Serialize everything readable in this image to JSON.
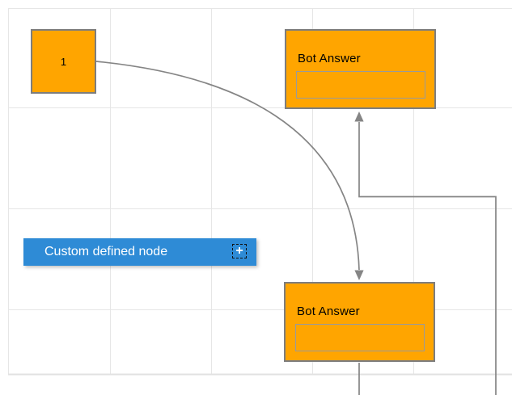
{
  "canvas": {
    "name": "diagram canvas with grid"
  },
  "nodes": {
    "square": {
      "label": "1"
    },
    "bot_answer_top": {
      "title": "Bot Answer",
      "input_value": "",
      "input_placeholder": ""
    },
    "bot_answer_bottom": {
      "title": "Bot Answer",
      "input_value": "",
      "input_placeholder": ""
    }
  },
  "palette": {
    "custom_node_label": "Custom defined node",
    "icon": "plus-icon",
    "plus_glyph": "+"
  },
  "connectors": [
    {
      "name": "curved-connector",
      "from": "node 1",
      "to": "bot answer bottom",
      "arrow": "down"
    },
    {
      "name": "orthogonal-connector",
      "to": "bot answer top",
      "arrow": "up"
    },
    {
      "name": "bottom-tail-connector",
      "from": "bot answer bottom"
    }
  ],
  "colors": {
    "node_fill": "#FFA500",
    "node_border": "#7d7d7d",
    "input_border": "#9a9a9a",
    "palette_button": "#2E8BD6",
    "palette_text": "#ffffff",
    "connector": "#858585",
    "grid_line": "#e6e6e6",
    "grid_boundary": "#e2e2e2",
    "node_text": "#000000"
  }
}
